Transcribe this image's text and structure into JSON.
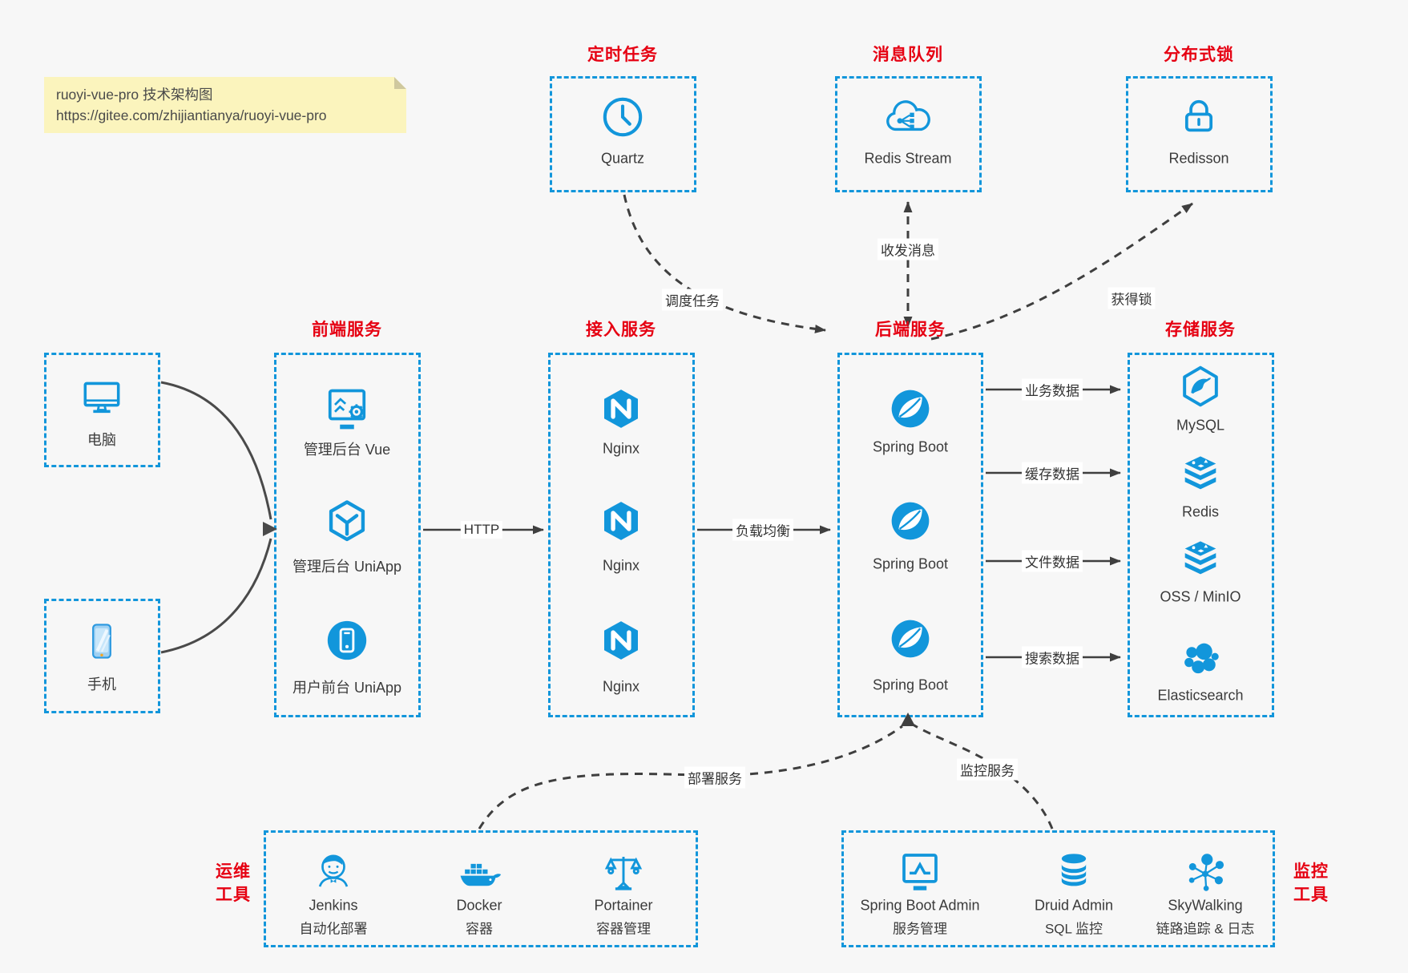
{
  "note": {
    "title": "ruoyi-vue-pro 技术架构图",
    "url": "https://gitee.com/zhijiantianya/ruoyi-vue-pro"
  },
  "groups": {
    "timer": {
      "title": "定时任务",
      "item": {
        "label": "Quartz",
        "icon": "clock-icon"
      }
    },
    "mq": {
      "title": "消息队列",
      "item": {
        "label": "Redis Stream",
        "icon": "cloud-stream-icon"
      }
    },
    "dlock": {
      "title": "分布式锁",
      "item": {
        "label": "Redisson",
        "icon": "lock-icon"
      }
    },
    "clients": {
      "pc": {
        "label": "电脑",
        "icon": "desktop-icon"
      },
      "mobile": {
        "label": "手机",
        "icon": "smartphone-icon"
      }
    },
    "frontend": {
      "title": "前端服务",
      "items": [
        {
          "label": "管理后台 Vue",
          "icon": "admin-screen-gear-icon"
        },
        {
          "label": "管理后台 UniApp",
          "icon": "uniapp-cube-icon"
        },
        {
          "label": "用户前台 UniApp",
          "icon": "mobile-app-circle-icon"
        }
      ]
    },
    "gateway": {
      "title": "接入服务",
      "items": [
        {
          "label": "Nginx",
          "icon": "nginx-icon"
        },
        {
          "label": "Nginx",
          "icon": "nginx-icon"
        },
        {
          "label": "Nginx",
          "icon": "nginx-icon"
        }
      ]
    },
    "backend": {
      "title": "后端服务",
      "items": [
        {
          "label": "Spring Boot",
          "icon": "spring-leaf-icon"
        },
        {
          "label": "Spring Boot",
          "icon": "spring-leaf-icon"
        },
        {
          "label": "Spring Boot",
          "icon": "spring-leaf-icon"
        }
      ]
    },
    "storage": {
      "title": "存储服务",
      "items": [
        {
          "label": "MySQL",
          "icon": "mysql-dolphin-icon"
        },
        {
          "label": "Redis",
          "icon": "redis-stack-icon"
        },
        {
          "label": "OSS / MinIO",
          "icon": "storage-stack-icon"
        },
        {
          "label": "Elasticsearch",
          "icon": "elasticsearch-cluster-icon"
        }
      ]
    },
    "ops": {
      "title": [
        "运维",
        "工具"
      ],
      "items": [
        {
          "name": "Jenkins",
          "desc": "自动化部署",
          "icon": "jenkins-butler-icon"
        },
        {
          "name": "Docker",
          "desc": "容器",
          "icon": "docker-whale-icon"
        },
        {
          "name": "Portainer",
          "desc": "容器管理",
          "icon": "scales-icon"
        }
      ]
    },
    "monitoring": {
      "title": [
        "监控",
        "工具"
      ],
      "items": [
        {
          "name": "Spring Boot Admin",
          "desc": "服务管理",
          "icon": "monitor-chart-icon"
        },
        {
          "name": "Druid Admin",
          "desc": "SQL 监控",
          "icon": "database-icon"
        },
        {
          "name": "SkyWalking",
          "desc": "链路追踪 & 日志",
          "icon": "topology-icon"
        }
      ]
    }
  },
  "edges": {
    "http": "HTTP",
    "load_balance": "负载均衡",
    "schedule": "调度任务",
    "messages": "收发消息",
    "acquire_lock": "获得锁",
    "biz_data": "业务数据",
    "cache_data": "缓存数据",
    "file_data": "文件数据",
    "search_data": "搜索数据",
    "deploy": "部署服务",
    "monitor": "监控服务"
  },
  "colors": {
    "accent_blue": "#1296db",
    "title_red": "#e60012",
    "arrow": "#3f3f3f",
    "note_bg": "#fbf4bd",
    "background": "#f7f7f7"
  }
}
